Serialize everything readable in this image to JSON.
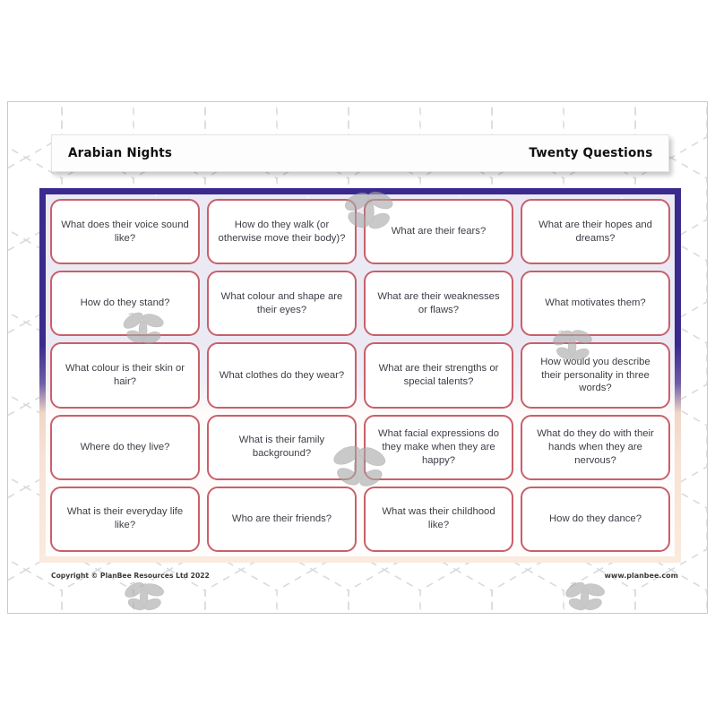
{
  "document": {
    "header": {
      "left_title": "Arabian Nights",
      "right_title": "Twenty Questions"
    },
    "footer": {
      "copyright": "Copyright © PlanBee Resources Ltd 2022",
      "website": "www.planbee.com"
    },
    "theme": {
      "board_top_color": "#3a2a8e",
      "board_bottom_color": "#fbeade",
      "card_border_color": "#c8606a",
      "card_background": "#ffffff",
      "card_text_color": "#3d3d46",
      "watermark_color": "#b8b8b8",
      "bee_color": "#a9a9a9",
      "page_background": "#ffffff"
    },
    "cards": [
      {
        "id": 1,
        "text": "What does their voice sound like?"
      },
      {
        "id": 2,
        "text": "How do they walk (or otherwise move their body)?"
      },
      {
        "id": 3,
        "text": "What are their fears?"
      },
      {
        "id": 4,
        "text": "What are their hopes and dreams?"
      },
      {
        "id": 5,
        "text": "How do they stand?"
      },
      {
        "id": 6,
        "text": "What colour and shape are their eyes?"
      },
      {
        "id": 7,
        "text": "What are their weaknesses or flaws?"
      },
      {
        "id": 8,
        "text": "What motivates them?"
      },
      {
        "id": 9,
        "text": "What colour is their skin or hair?"
      },
      {
        "id": 10,
        "text": "What clothes do they wear?"
      },
      {
        "id": 11,
        "text": "What are their strengths or special talents?"
      },
      {
        "id": 12,
        "text": "How would you describe their personality in three words?"
      },
      {
        "id": 13,
        "text": "Where do they live?"
      },
      {
        "id": 14,
        "text": "What is their family background?"
      },
      {
        "id": 15,
        "text": "What facial expressions do they make when they are happy?"
      },
      {
        "id": 16,
        "text": "What do they do with their hands when they are nervous?"
      },
      {
        "id": 17,
        "text": "What is their everyday life like?"
      },
      {
        "id": 18,
        "text": "Who are their friends?"
      },
      {
        "id": 19,
        "text": "What was their childhood like?"
      },
      {
        "id": 20,
        "text": "How do they dance?"
      }
    ]
  }
}
